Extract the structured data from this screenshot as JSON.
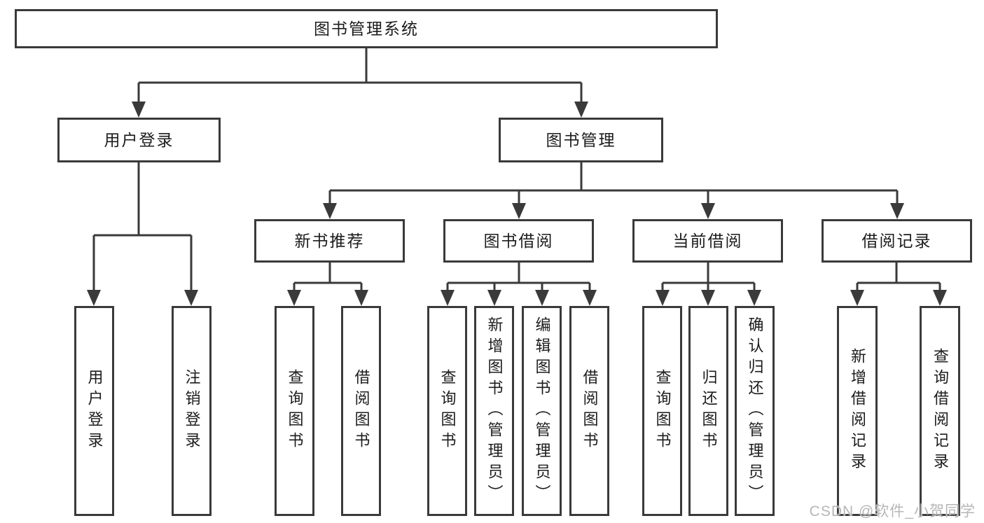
{
  "diagram": {
    "type": "hierarchy",
    "root": {
      "label": "图书管理系统"
    },
    "branches": [
      {
        "label": "用户登录",
        "children": [
          {
            "label": "用户登录"
          },
          {
            "label": "注销登录"
          }
        ]
      },
      {
        "label": "图书管理",
        "children": [
          {
            "label": "新书推荐",
            "children": [
              {
                "label": "查询图书"
              },
              {
                "label": "借阅图书"
              }
            ]
          },
          {
            "label": "图书借阅",
            "children": [
              {
                "label": "查询图书"
              },
              {
                "label": "新增图书（管理员）"
              },
              {
                "label": "编辑图书（管理员）"
              },
              {
                "label": "借阅图书"
              }
            ]
          },
          {
            "label": "当前借阅",
            "children": [
              {
                "label": "查询图书"
              },
              {
                "label": "归还图书"
              },
              {
                "label": "确认归还（管理员）"
              }
            ]
          },
          {
            "label": "借阅记录",
            "children": [
              {
                "label": "新增借阅记录"
              },
              {
                "label": "查询借阅记录"
              }
            ]
          }
        ]
      }
    ]
  },
  "watermark": {
    "text": "CSDN @软件_小贺同学",
    "color": "#b6b6b6"
  },
  "colors": {
    "line": "#3a3a3a",
    "box_border": "#3a3a3a",
    "text": "#1c1c1c",
    "background": "#ffffff"
  }
}
